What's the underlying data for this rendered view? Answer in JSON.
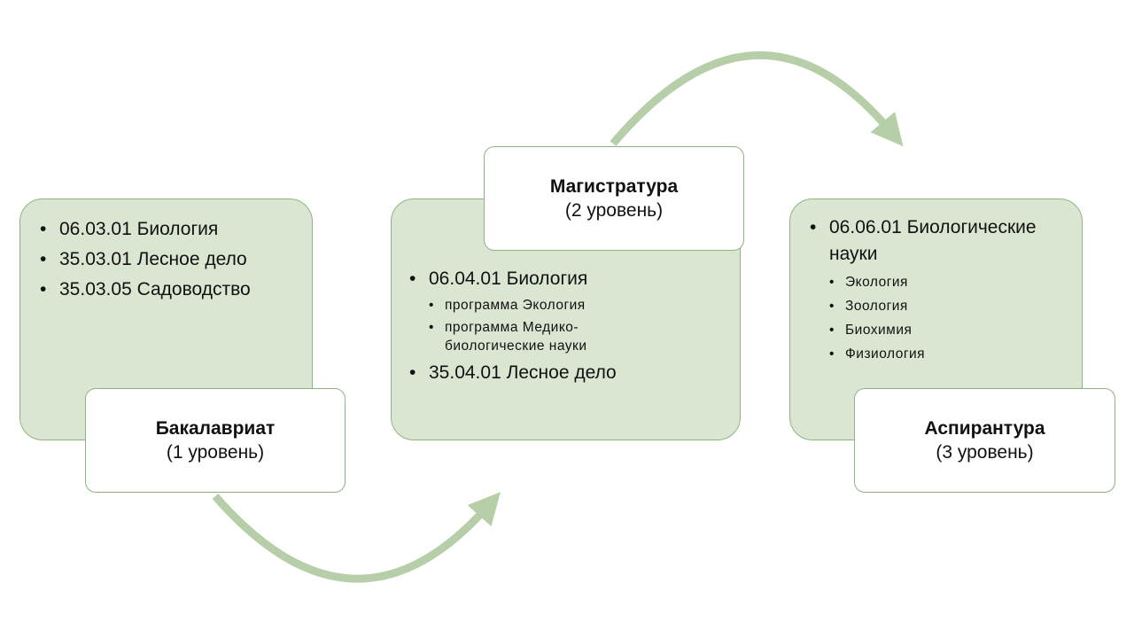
{
  "bachelor": {
    "title": "Бакалавриат",
    "level": "(1 уровень)",
    "items": [
      "06.03.01 Биология",
      "35.03.01 Лесное дело",
      "35.03.05 Садоводство"
    ]
  },
  "master": {
    "title": "Магистратура",
    "level": "(2 уровень)",
    "items": [
      {
        "label": "06.04.01 Биология",
        "sub": [
          "программа Экология",
          "программа Медико-биологические науки"
        ]
      },
      {
        "label": "35.04.01 Лесное дело"
      }
    ]
  },
  "phd": {
    "title": "Аспирантура",
    "level": "(3 уровень)",
    "items": [
      {
        "label": "06.06.01 Биологические науки",
        "sub": [
          "Экология",
          "Зоология",
          "Биохимия",
          "Физиология"
        ]
      }
    ]
  },
  "colors": {
    "fill": "#dbe6d2",
    "border": "#8fb57e",
    "arrow": "#b7cfa9"
  }
}
